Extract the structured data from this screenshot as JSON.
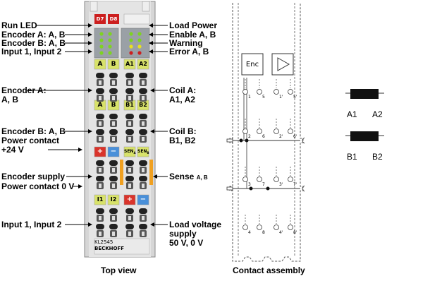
{
  "module": {
    "top_led_numbers": [
      "D7",
      "D8"
    ],
    "model": "KL2545",
    "brand": "BECKHOFF",
    "terminal_row1": [
      "A",
      "B",
      "A1",
      "A2"
    ],
    "terminal_row2": [
      "A",
      "B",
      "B1",
      "B2"
    ],
    "terminal_row3": [
      "+",
      "−",
      "SEN",
      "SEN"
    ],
    "terminal_row3_sub": [
      "",
      "",
      "A",
      "B"
    ],
    "terminal_row4": [
      "I1",
      "I2",
      "+",
      "−"
    ]
  },
  "left_labels": {
    "run_led": "Run LED",
    "encoder_a_top": "Encoder A: A, B",
    "encoder_b_top": "Encoder B: A, B",
    "input_top": "Input 1, Input 2",
    "encoder_a_1": "Encoder A:",
    "encoder_a_2": "A, B",
    "encoder_b_mid": "Encoder B: A, B",
    "power_contact_1": "Power contact",
    "power_contact_2": "+24 V",
    "encoder_supply": "Encoder supply",
    "power_contact_0v": "Power contact 0 V",
    "input_bottom": "Input 1, Input 2"
  },
  "right_labels": {
    "load_power": "Load Power",
    "enable": "Enable A, B",
    "warning": "Warning",
    "error": "Error A, B",
    "coil_a_1": "Coil A:",
    "coil_a_2": "A1, A2",
    "coil_b_1": "Coil B:",
    "coil_b_2": "B1, B2",
    "sense": "Sense",
    "sense_sub": "A, B",
    "load_voltage_1": "Load voltage",
    "load_voltage_2": "supply",
    "load_voltage_3": "50 V, 0 V"
  },
  "contact": {
    "enc_label": "Enc",
    "pin_numbers_top": [
      "1",
      "5",
      "1'",
      "5'"
    ],
    "pin_numbers_mid": [
      "2",
      "6",
      "2'",
      "6'"
    ],
    "pin_numbers_low": [
      "3",
      "7",
      "3'",
      "7'"
    ],
    "pin_numbers_bot": [
      "4",
      "8",
      "4'",
      "8'"
    ]
  },
  "coils": {
    "coil_a_left": "A1",
    "coil_a_right": "A2",
    "coil_b_left": "B1",
    "coil_b_right": "B2"
  },
  "captions": {
    "top_view": "Top view",
    "contact_assembly": "Contact assembly"
  },
  "colors": {
    "body": "#dcdcdc",
    "terminal_yellow": "#d8e26a",
    "led_green": "#7ed321",
    "led_yellow": "#e8e020",
    "led_red": "#cc1f1f",
    "plus_red": "#d9342b",
    "minus_blue": "#4a90d9",
    "sense_orange": "#f0a020"
  }
}
